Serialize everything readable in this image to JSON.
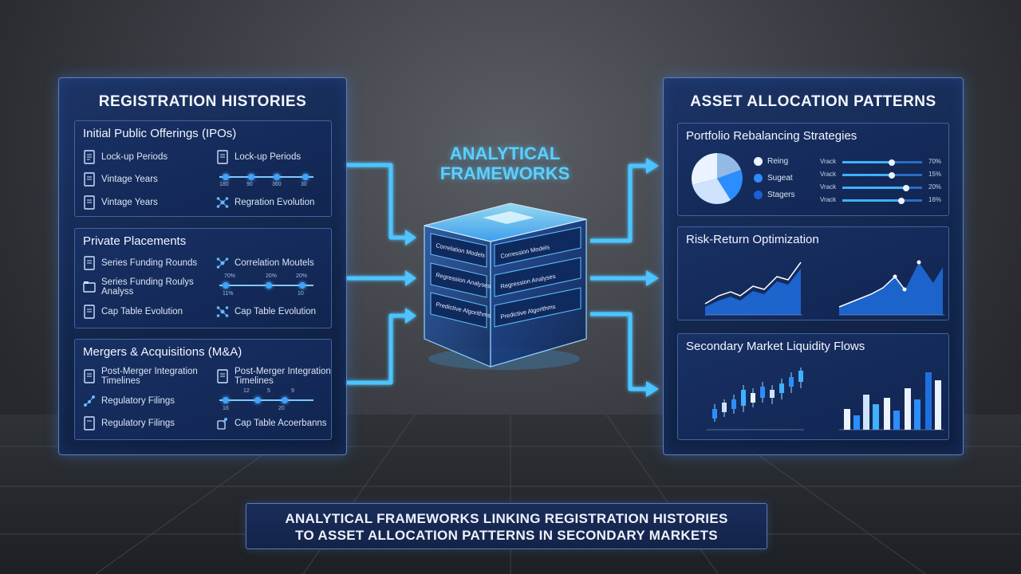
{
  "left_panel": {
    "title": "REGISTRATION HISTORIES",
    "ipos": {
      "title": "Initial Public Offerings (IPOs)",
      "items": [
        "Lock-up Periods",
        "Vintage Years",
        "Vintage Years"
      ],
      "right_items": [
        "Lock-up Periods",
        "Regration Evolution"
      ],
      "ticks": [
        "180",
        "90",
        "360",
        "30"
      ]
    },
    "private": {
      "title": "Private Placements",
      "items": [
        "Series Funding Rounds",
        "Series Funding Roulys Analyss",
        "Cap Table Evolution"
      ],
      "right_items": [
        "Correlation Moutels",
        "Cap Table Evolution"
      ],
      "ticks_top": [
        "70%",
        "20%",
        "20%"
      ],
      "ticks_bottom": [
        "11%",
        "10"
      ]
    },
    "mna": {
      "title": "Mergers & Acquisitions (M&A)",
      "items": [
        "Post-Merger Integration Timelines",
        "Regulatory Filings",
        "Regulatory Filings"
      ],
      "right_items": [
        "Post-Merger Integration Timelines",
        "Cap Table Acoerbanns"
      ],
      "ticks_top": [
        "12",
        "5",
        "9"
      ],
      "ticks_bottom": [
        "16",
        "20"
      ]
    }
  },
  "center": {
    "title_line1": "ANALYTICAL",
    "title_line2": "FRAMEWORKS",
    "left_face": [
      "Correlation Models",
      "Regression Analyses",
      "Predictive Algorithms"
    ],
    "right_face": [
      "Corression Models",
      "Regression Analyses",
      "Predictive Algorithms"
    ]
  },
  "right_panel": {
    "title": "ASSET ALLOCATION PATTERNS",
    "rebalancing": {
      "title": "Portfolio Rebalancing Strategies",
      "legend": [
        "Reing",
        "Sugeat",
        "Stagers"
      ],
      "bars": [
        {
          "label": "Vrack",
          "value": 0.62,
          "pct": "70%"
        },
        {
          "label": "Vrack",
          "value": 0.62,
          "pct": "15%"
        },
        {
          "label": "Vrack",
          "value": 0.8,
          "pct": "20%"
        },
        {
          "label": "Vrack",
          "value": 0.74,
          "pct": "16%"
        }
      ]
    },
    "risk": {
      "title": "Risk-Return Optimization"
    },
    "liquidity": {
      "title": "Secondary Market Liquidity Flows"
    }
  },
  "colors": {
    "accent": "#3da4ff",
    "glow": "#5ad0ff",
    "panel": "#13264d"
  },
  "banner": {
    "line1": "ANALYTICAL FRAMEWORKS LINKING REGISTRATION HISTORIES",
    "line2": "TO ASSET ALLOCATION PATTERNS IN SECONDARY MARKETS"
  }
}
